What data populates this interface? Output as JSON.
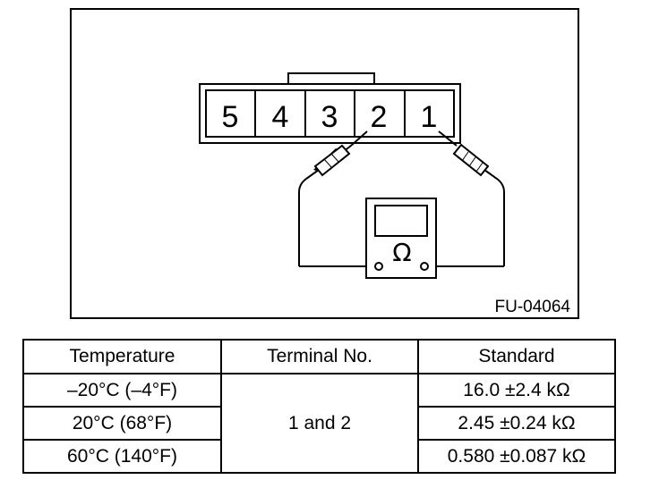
{
  "diagram": {
    "connector_pins": [
      "5",
      "4",
      "3",
      "2",
      "1"
    ],
    "probe_terminals": [
      "2",
      "1"
    ],
    "meter_symbol": "Ω",
    "meter_symbol_icon": "ohm-icon",
    "figure_code": "FU-04064"
  },
  "table": {
    "headers": [
      "Temperature",
      "Terminal No.",
      "Standard"
    ],
    "terminal": "1 and 2",
    "rows": [
      {
        "temperature": "–20°C (–4°F)",
        "standard": "16.0 ±2.4 kΩ"
      },
      {
        "temperature": "20°C (68°F)",
        "standard": "2.45 ±0.24 kΩ"
      },
      {
        "temperature": "60°C (140°F)",
        "standard": "0.580 ±0.087 kΩ"
      }
    ]
  }
}
